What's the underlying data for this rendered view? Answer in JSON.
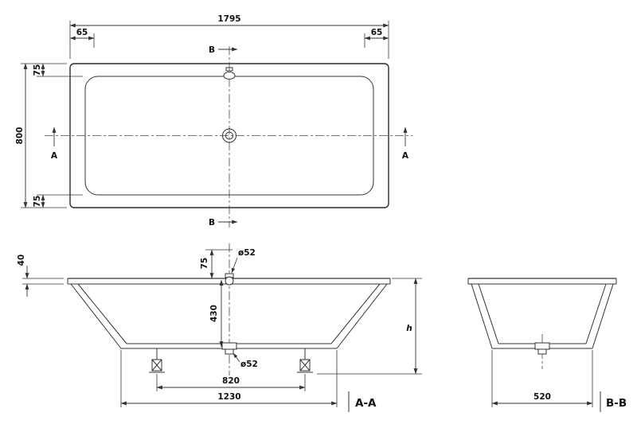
{
  "plan": {
    "dims": {
      "length": "1795",
      "left_offset": "65",
      "right_offset": "65",
      "width": "800",
      "top_inset": "75",
      "bottom_inset": "75"
    },
    "markers": {
      "section_b_top": "B",
      "section_b_bottom": "B",
      "section_a_left": "A",
      "section_a_right": "A"
    }
  },
  "section_aa": {
    "label": "A-A",
    "dims": {
      "rim_height": "40",
      "overflow_offset": "75",
      "overflow_diameter": "ø52",
      "depth": "430",
      "drain_diameter": "ø52",
      "feet_spacing": "820",
      "bottom_length": "1230",
      "overall_height": "h"
    }
  },
  "section_bb": {
    "label": "B-B",
    "dims": {
      "bottom_width": "520"
    }
  }
}
